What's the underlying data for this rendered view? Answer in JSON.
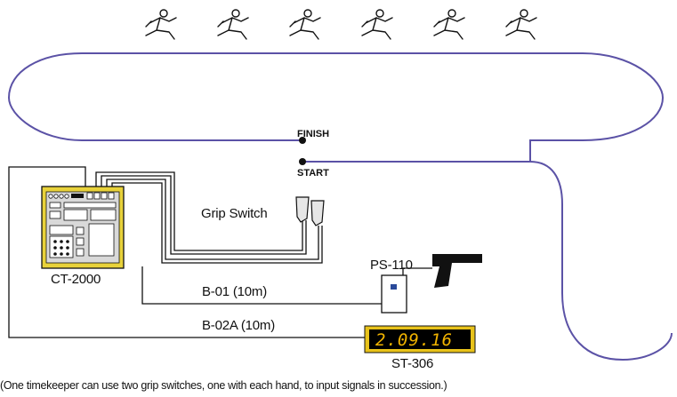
{
  "colors": {
    "track": "#5b52a6",
    "wire": "#111111",
    "device_body": "#e8d23a",
    "device_panel": "#d9d9d9",
    "display_bg": "#000000",
    "display_frame": "#e8c21a",
    "display_text": "#f2b400"
  },
  "labels": {
    "finish": "FINISH",
    "start": "START",
    "grip_switch": "Grip Switch",
    "ct2000": "CT-2000",
    "ps110": "PS-110",
    "cable_b01": "B-01 (10m)",
    "cable_b02a": "B-02A (10m)",
    "st306": "ST-306"
  },
  "display": {
    "time": "2.09.16"
  },
  "caption": "(One timekeeper can use two grip switches, one with each hand, to input signals in succession.)",
  "icons": {
    "skaters": [
      "skater-icon",
      "skater-icon",
      "skater-icon",
      "skater-icon",
      "skater-icon",
      "skater-icon"
    ],
    "pistol": "starter-pistol-icon",
    "grip_switch": "grip-switch-icon"
  }
}
